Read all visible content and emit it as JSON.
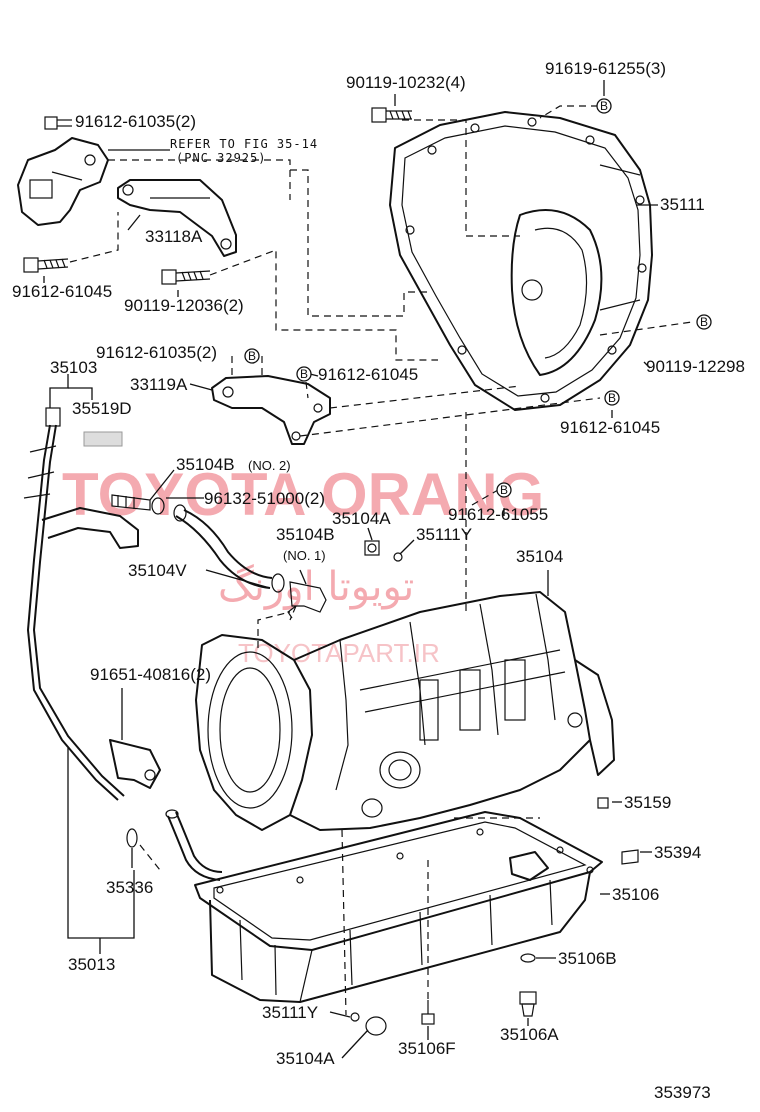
{
  "watermark": {
    "brand": "TOYOTA ORANG",
    "brand_fa": "تویوتا اورنگ",
    "site": "TOYOTAPART.IR"
  },
  "note": {
    "line1": "REFER TO FIG 35-14",
    "line2": "(PNC 32925)"
  },
  "callout_letter": "B",
  "diagram_number": "353973",
  "parts": {
    "p90119_10232": "90119-10232(4)",
    "p91619_61255": "91619-61255(3)",
    "p91612_61035_top": "91612-61035(2)",
    "p35111": "35111",
    "p33118A": "33118A",
    "p91612_61045_left": "91612-61045",
    "p90119_12036": "90119-12036(2)",
    "p90119_12298": "90119-12298",
    "p91612_61035_mid": "91612-61035(2)",
    "p35103": "35103",
    "p35519D": "35519D",
    "p33119A": "33119A",
    "p91612_61045_mid": "91612-61045",
    "p91612_61045_right": "91612-61045",
    "p35104B_no2": "35104B",
    "no2": "(NO. 2)",
    "p96132_51000": "96132-51000(2)",
    "p91612_61055": "91612-61055",
    "p35104B_no1": "35104B",
    "no1": "(NO. 1)",
    "p35104A_top": "35104A",
    "p35111Y_top": "35111Y",
    "p35104": "35104",
    "p35104V": "35104V",
    "p91651_40816": "91651-40816(2)",
    "p35159": "35159",
    "p35394": "35394",
    "p35106": "35106",
    "p35336": "35336",
    "p35013": "35013",
    "p35106B": "35106B",
    "p35111Y_bottom": "35111Y",
    "p35106A": "35106A",
    "p35104A_bottom": "35104A",
    "p35106F": "35106F"
  }
}
